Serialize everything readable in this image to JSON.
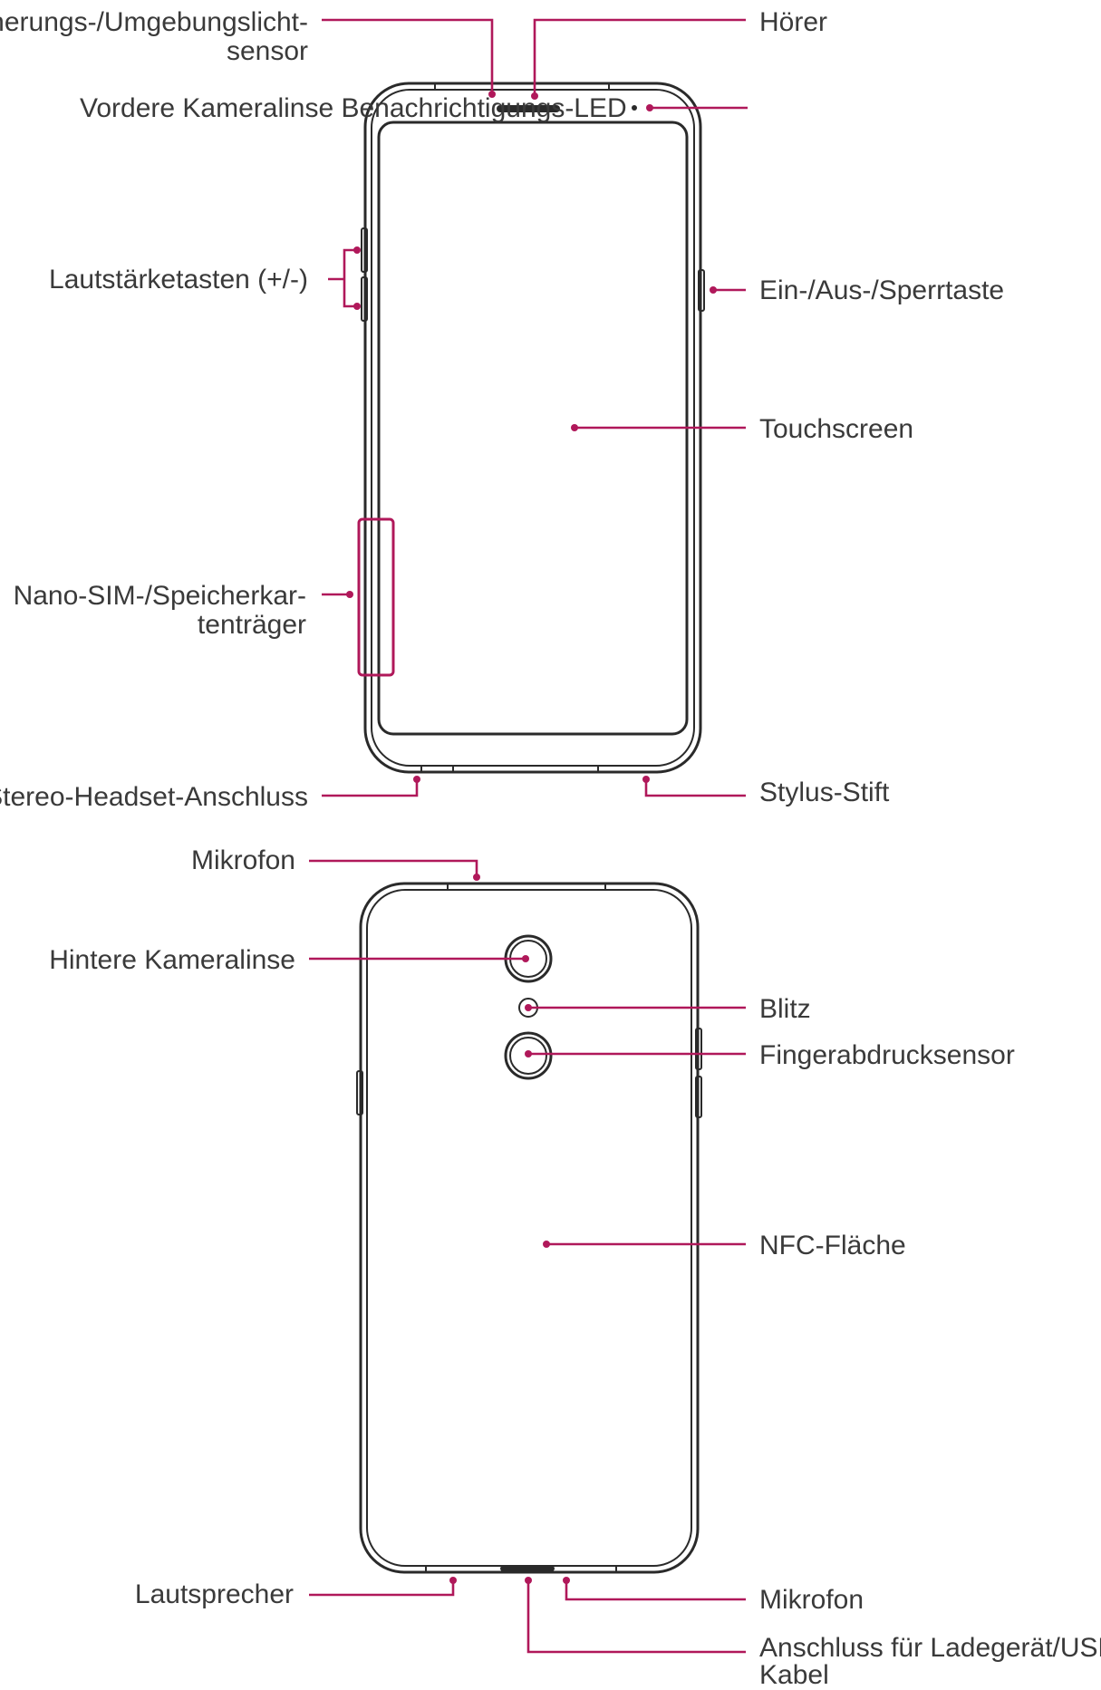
{
  "front_view": {
    "labels": {
      "proximity_sensor_line1": "herungs-/Umgebungslicht-",
      "proximity_sensor_line2": "sensor",
      "earpiece": "Hörer",
      "front_camera_notification": "Vordere Kameralinse Benachrichtigungs-LED",
      "volume_keys": "Lautstärketasten (+/-)",
      "power_lock_key": "Ein-/Aus-/Sperrtaste",
      "touchscreen": "Touchscreen",
      "sim_tray_line1": "Nano-SIM-/Speicherkar-",
      "sim_tray_line2": "tenträger",
      "headset_jack": "Stereo-Headset-Anschluss",
      "stylus": "Stylus-Stift"
    }
  },
  "back_view": {
    "labels": {
      "microphone_top": "Mikrofon",
      "rear_camera": "Hintere Kameralinse",
      "flash": "Blitz",
      "fingerprint": "Fingerabdrucksensor",
      "nfc": "NFC-Fläche",
      "speaker": "Lautsprecher",
      "microphone_bottom": "Mikrofon",
      "charger_port_line1": "Anschluss für Ladegerät/USB-",
      "charger_port_line2": "Kabel"
    }
  },
  "colors": {
    "leader_lines": "#b0185a",
    "device_outline": "#2a2a2a",
    "label_text": "#3a3a3a"
  }
}
